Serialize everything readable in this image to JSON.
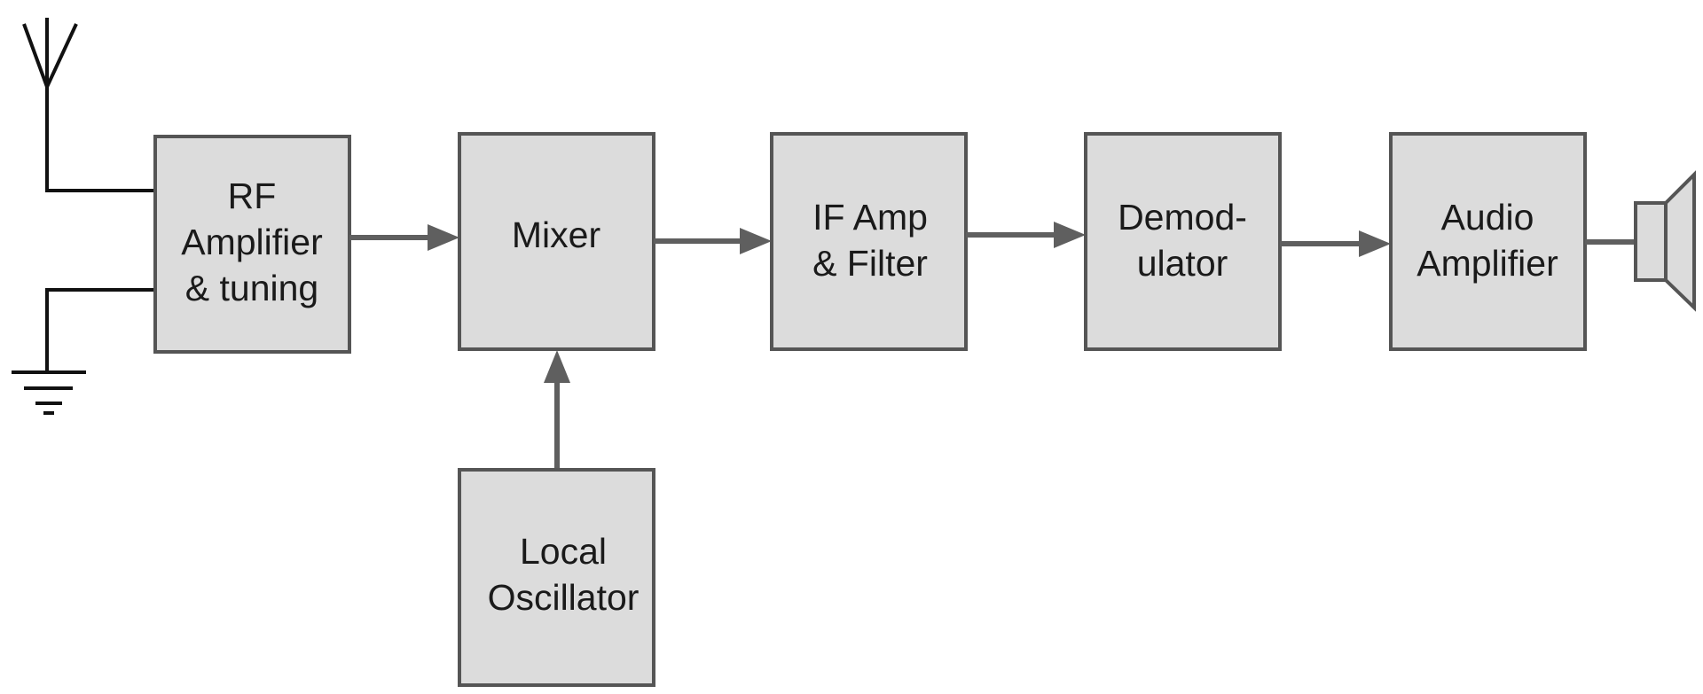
{
  "blocks": {
    "rf": {
      "line1": "RF",
      "line2": "Amplifier",
      "line3": "& tuning"
    },
    "mixer": {
      "line1": "Mixer"
    },
    "if_amp": {
      "line1": "IF Amp",
      "line2": "& Filter"
    },
    "demod": {
      "line1": "Demod-",
      "line2": "ulator"
    },
    "audio": {
      "line1": "Audio",
      "line2": "Amplifier"
    },
    "lo": {
      "line1": "Local",
      "line2": "Oscillator"
    }
  },
  "icons": [
    "antenna-icon",
    "ground-icon",
    "speaker-icon"
  ],
  "colors": {
    "block_fill": "#dcdcdc",
    "block_stroke": "#555555",
    "arrow": "#5f5f5f",
    "wire": "#111111"
  }
}
